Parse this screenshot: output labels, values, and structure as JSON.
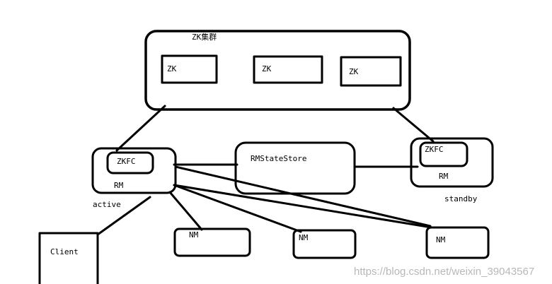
{
  "cluster": {
    "title": "ZK集群",
    "nodes": [
      "ZK",
      "ZK",
      "ZK"
    ]
  },
  "active_rm": {
    "zkfc": "ZKFC",
    "rm": "RM",
    "caption": "active"
  },
  "standby_rm": {
    "zkfc": "ZKFC",
    "rm": "RM",
    "caption": "standby"
  },
  "state_store": {
    "label": "RMStateStore"
  },
  "node_managers": [
    "NM",
    "NM",
    "NM"
  ],
  "client": {
    "label": "Client"
  },
  "watermark": "https://blog.csdn.net/weixin_39043567"
}
